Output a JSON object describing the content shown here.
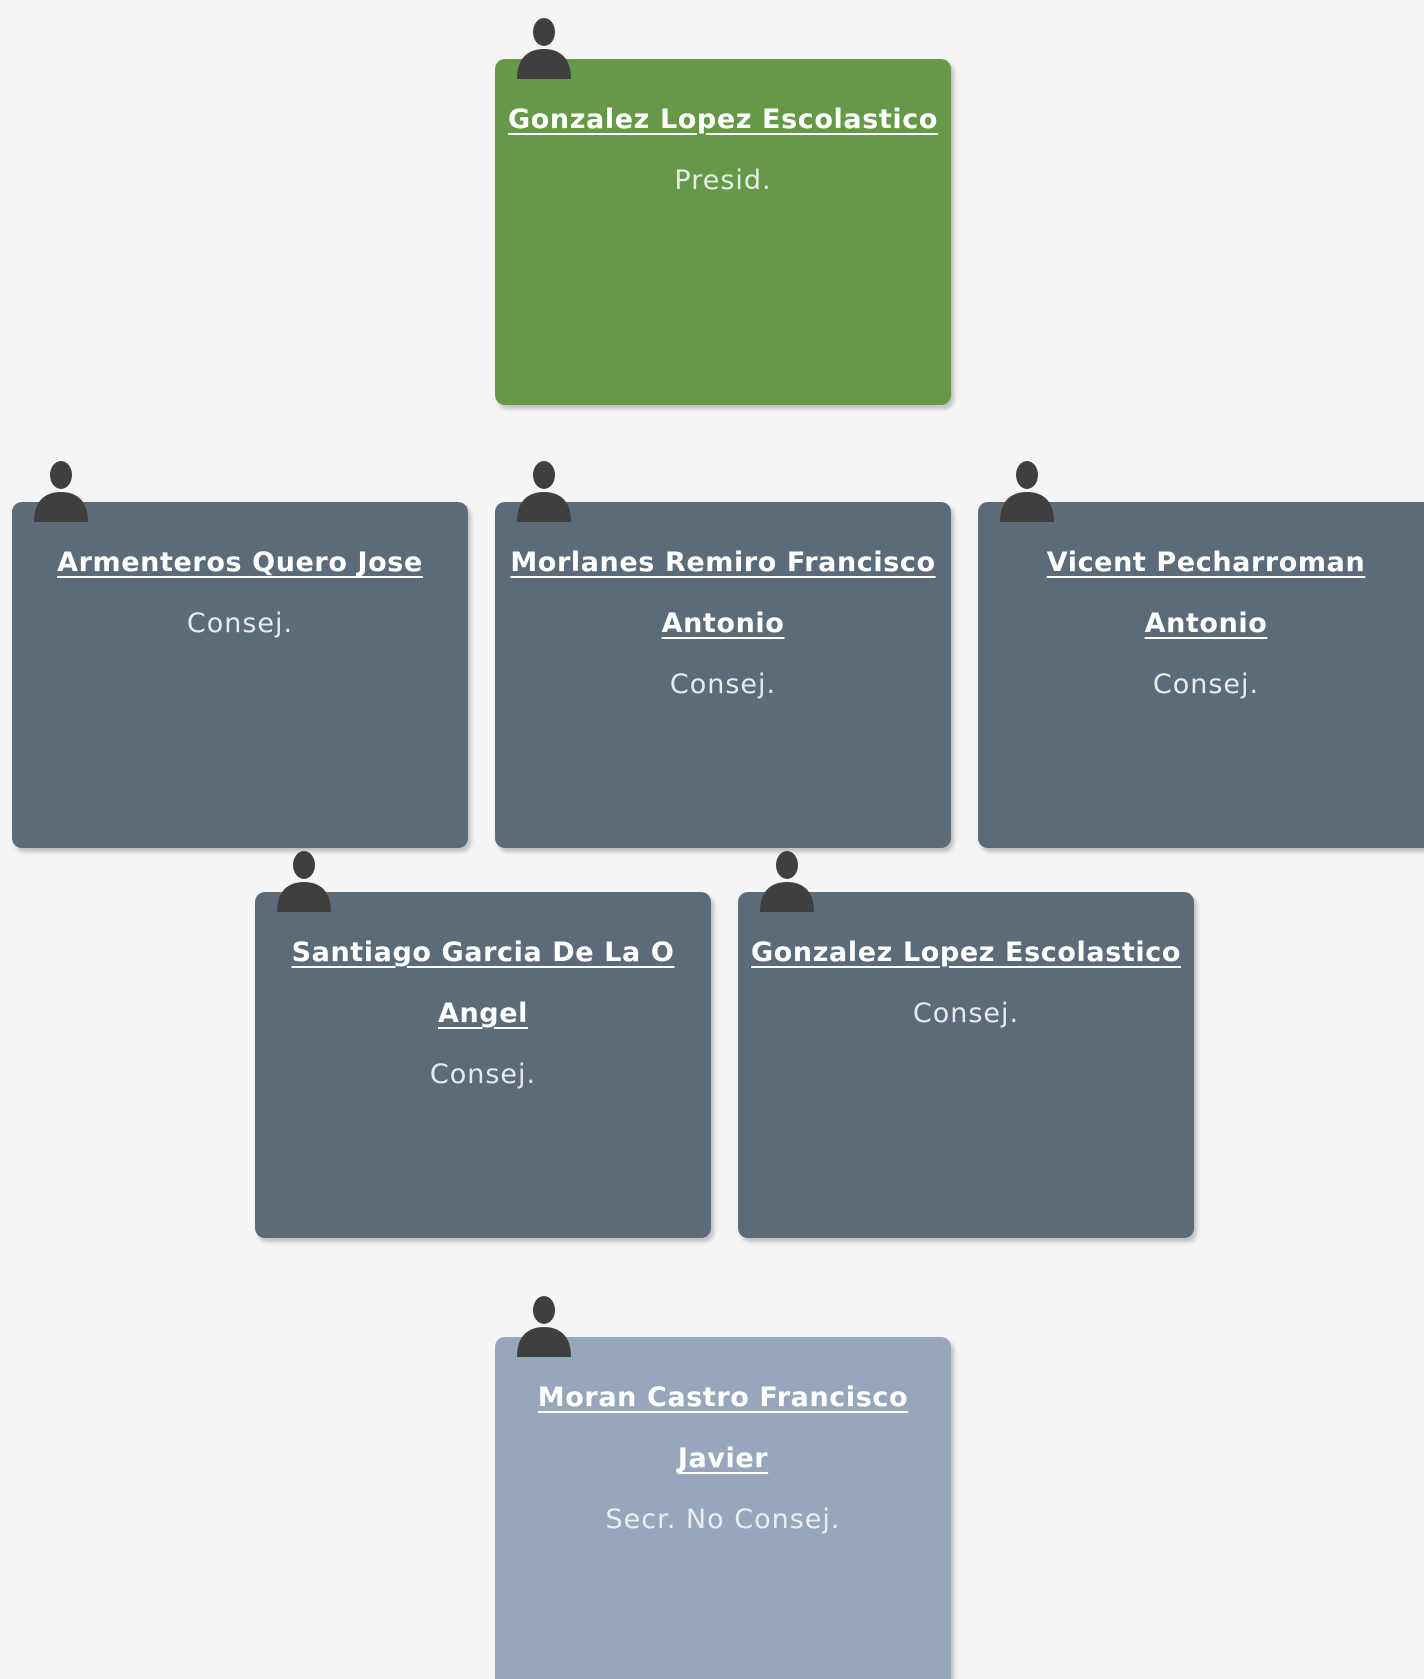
{
  "colors": {
    "background": "#f5f5f5",
    "president": "#669947",
    "councillor": "#5c6b79",
    "secretary": "#97a6bb",
    "avatar": "#3f3f3f"
  },
  "nodes": [
    {
      "id": "president",
      "name": "Gonzalez Lopez Escolastico",
      "role": "Presid.",
      "icon": "person-icon"
    },
    {
      "id": "consej-1",
      "name": "Armenteros Quero Jose",
      "role": "Consej.",
      "icon": "person-icon"
    },
    {
      "id": "consej-2",
      "name": "Morlanes Remiro Francisco Antonio",
      "role": "Consej.",
      "icon": "person-icon"
    },
    {
      "id": "consej-3",
      "name": "Vicent Pecharroman Antonio",
      "role": "Consej.",
      "icon": "person-icon"
    },
    {
      "id": "consej-4",
      "name": "Santiago Garcia De La O Angel",
      "role": "Consej.",
      "icon": "person-icon"
    },
    {
      "id": "consej-5",
      "name": "Gonzalez Lopez Escolastico",
      "role": "Consej.",
      "icon": "person-icon"
    },
    {
      "id": "secretary",
      "name": "Moran Castro Francisco Javier",
      "role": "Secr. No Consej.",
      "icon": "person-icon"
    }
  ]
}
